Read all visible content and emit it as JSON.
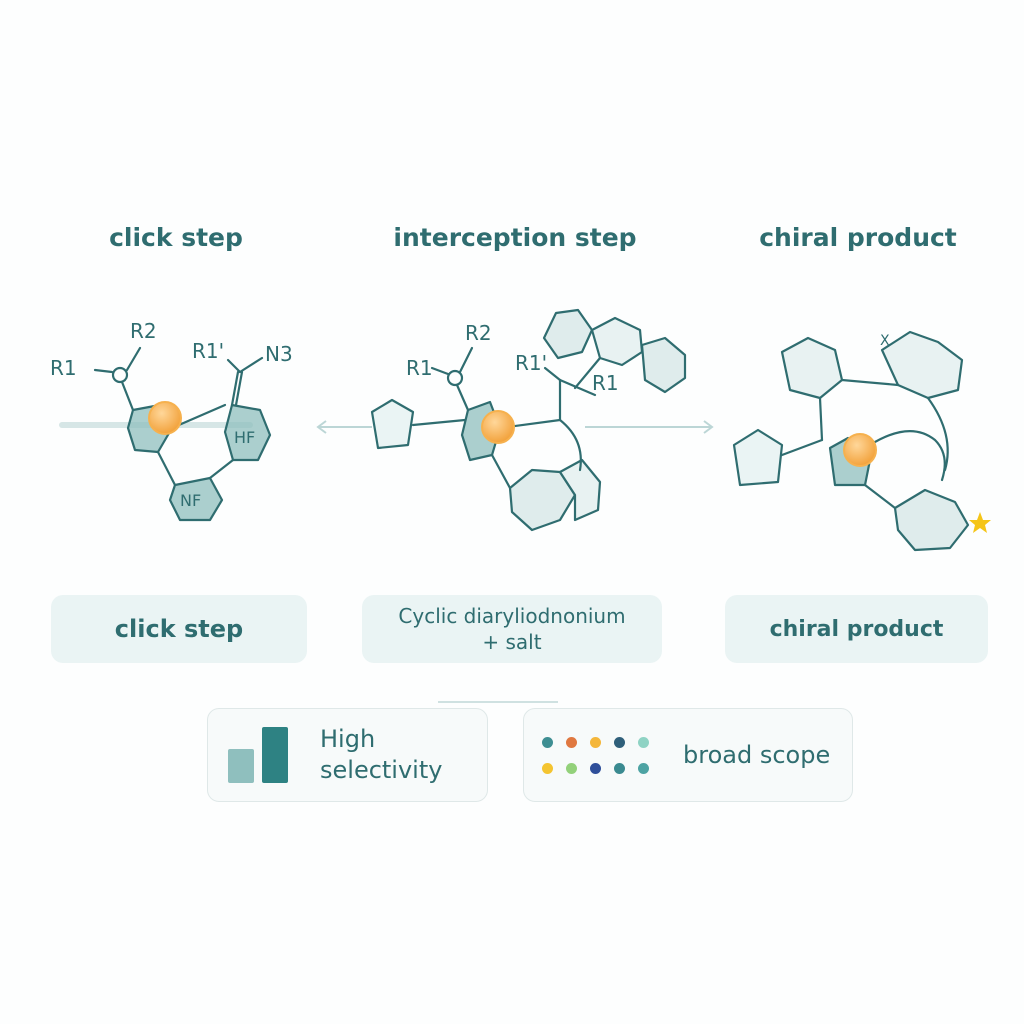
{
  "titles": {
    "left": "click step",
    "middle": "interception step",
    "right": "chiral product"
  },
  "labels": {
    "left": {
      "r1": "R1",
      "r2": "R2",
      "r1p": "R1'",
      "n3": "N3",
      "hf": "HF",
      "nf": "NF"
    },
    "middle": {
      "r1": "R1",
      "r2": "R2",
      "r1p": "R1'",
      "r1b": "R1"
    },
    "right": {
      "x": "X"
    }
  },
  "pills": {
    "left": "click step",
    "middle_line1": "Cyclic diaryliodnonium",
    "middle_line2": "+ salt",
    "right": "chiral product"
  },
  "cards": {
    "selectivity": {
      "line1": "High",
      "line2": "selectivity",
      "icon": "bar-chart-icon"
    },
    "scope": {
      "label": "broad scope",
      "icon": "dot-grid-icon"
    }
  },
  "colors": {
    "teal": "#2f6d70",
    "ring_fill": "#8fbfbe",
    "catalyst": "#f2a23c",
    "star": "#f5c518",
    "dots": [
      "#3e8e92",
      "#e07840",
      "#f4b63a",
      "#2f5f7a",
      "#8fd3c4",
      "#f4c430",
      "#93d17a",
      "#2f4f9a",
      "#3a8a90",
      "#4da3a3"
    ]
  }
}
